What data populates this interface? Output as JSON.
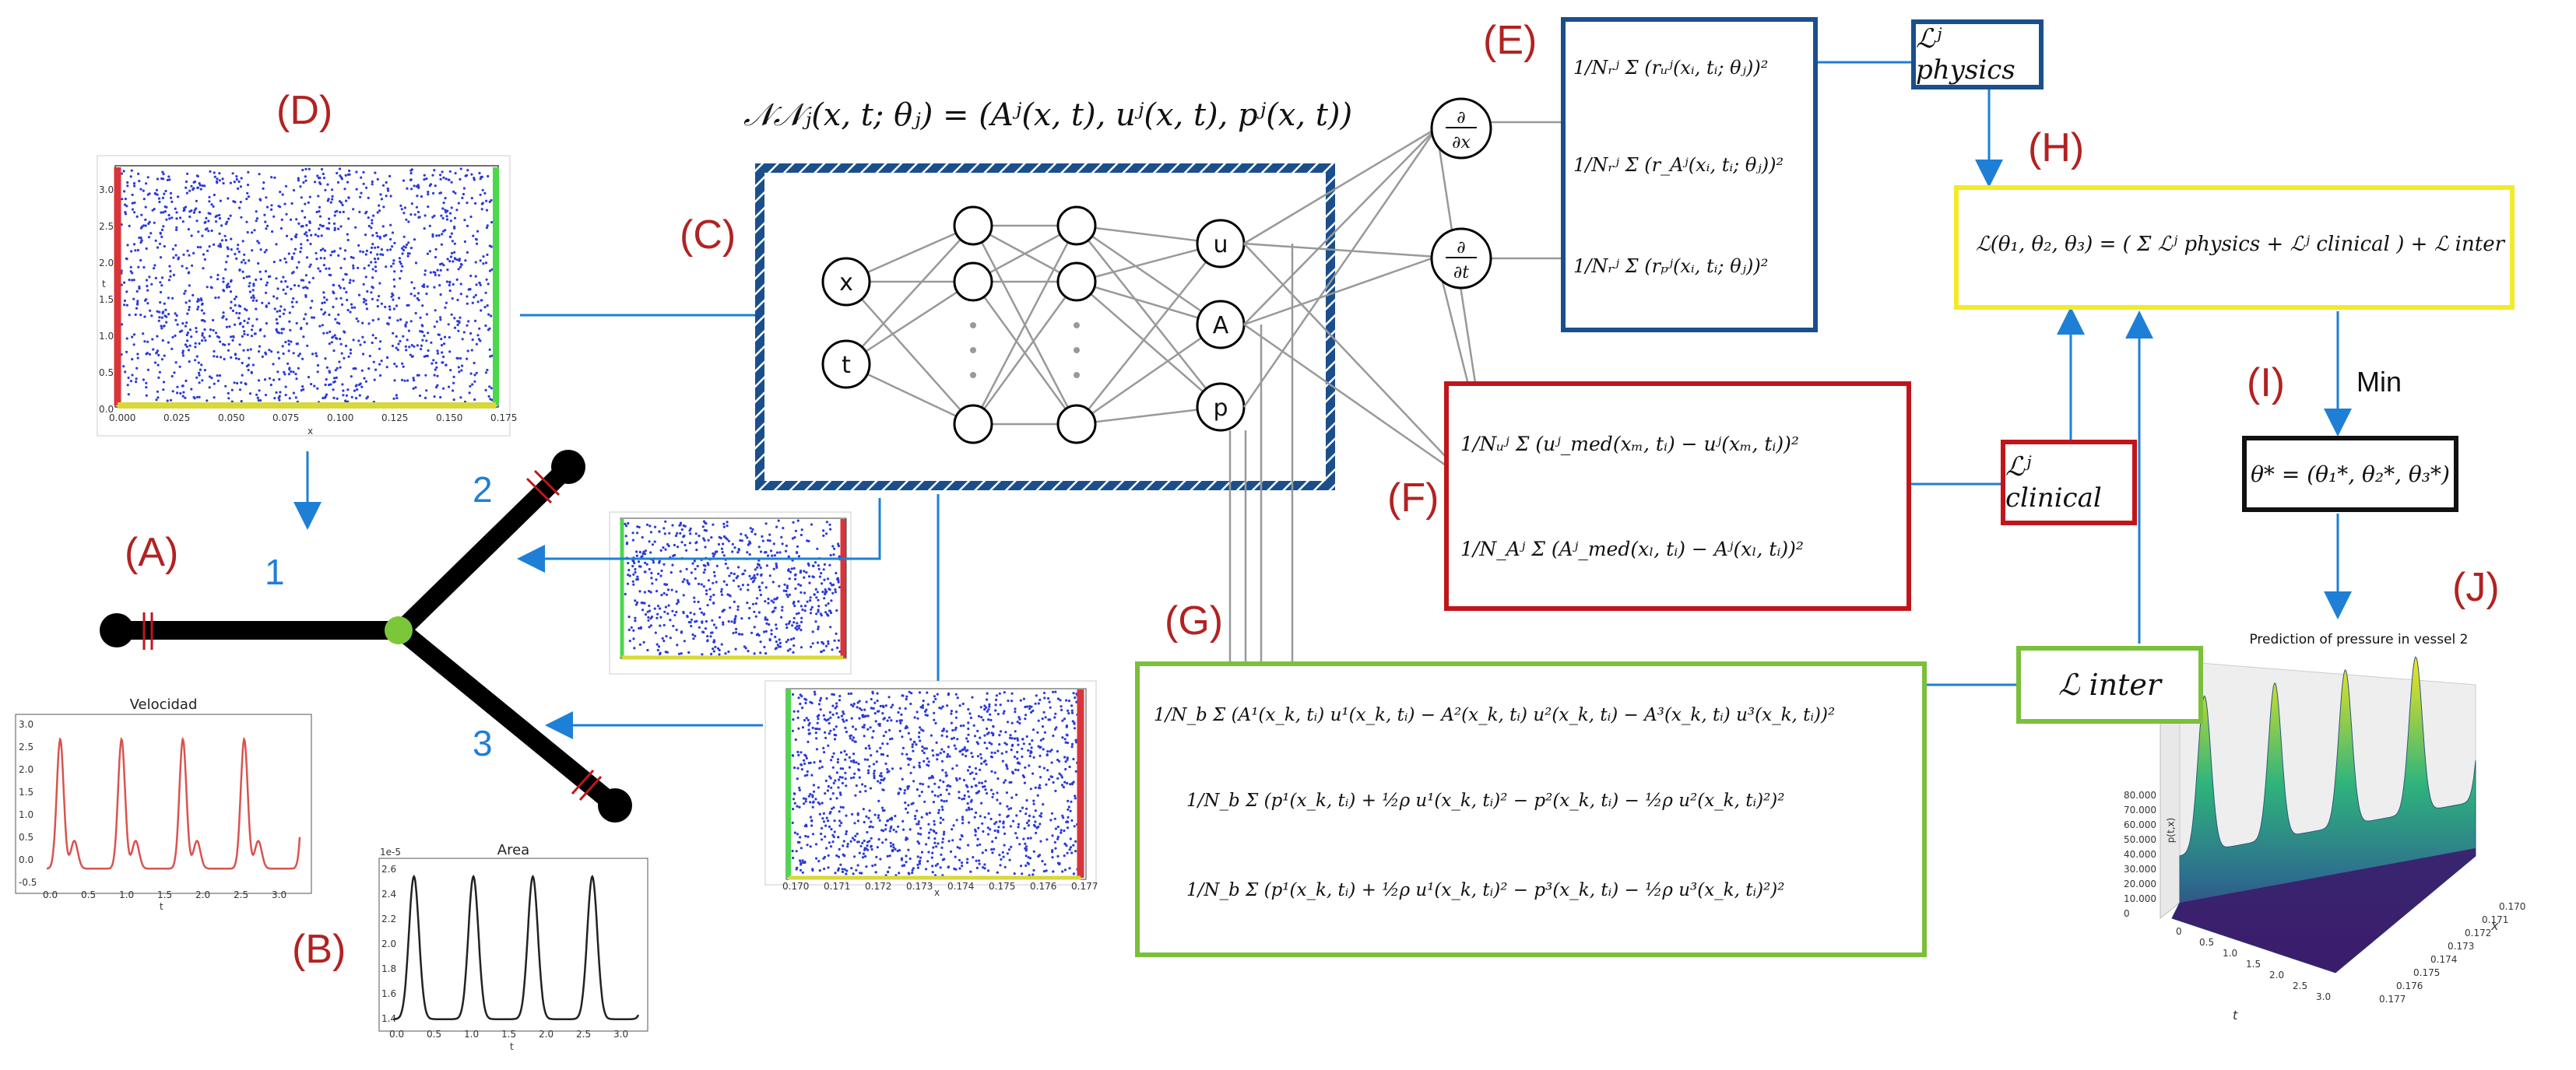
{
  "labels": {
    "A": "(A)",
    "B": "(B)",
    "C": "(C)",
    "D": "(D)",
    "E": "(E)",
    "F": "(F)",
    "G": "(G)",
    "H": "(H)",
    "I": "(I)",
    "J": "(J)"
  },
  "vessels": [
    "1",
    "2",
    "3"
  ],
  "nn_formula": "𝒩𝒩ⱼ(x, t; θⱼ) = (Aʲ(x, t), uʲ(x, t), pʲ(x, t))",
  "nn_inputs": [
    "x",
    "t"
  ],
  "nn_outputs": [
    "u",
    "A",
    "p"
  ],
  "derivatives": [
    "∂/∂x",
    "∂/∂t"
  ],
  "physics_terms": [
    "1/Nᵣʲ Σ (rᵤʲ(xᵢ, tᵢ; θⱼ))²",
    "1/Nᵣʲ Σ (r_Aʲ(xᵢ, tᵢ; θⱼ))²",
    "1/Nᵣʲ Σ (rₚʲ(xᵢ, tᵢ; θⱼ))²"
  ],
  "physics_loss": "ℒʲ physics",
  "clinical_terms": [
    "1/Nᵤʲ Σ (uʲ_med(xₘ, tᵢ) − uʲ(xₘ, tᵢ))²",
    "1/N_Aʲ Σ (Aʲ_med(xₗ, tᵢ) − Aʲ(xₗ, tᵢ))²"
  ],
  "clinical_loss": "ℒʲ clinical",
  "inter_terms": [
    "1/N_b Σ (A¹(x_k, tᵢ) u¹(x_k, tᵢ) − A²(x_k, tᵢ) u²(x_k, tᵢ) − A³(x_k, tᵢ) u³(x_k, tᵢ))²",
    "1/N_b Σ (p¹(x_k, tᵢ) + ½ρ u¹(x_k, tᵢ)² − p²(x_k, tᵢ) − ½ρ u²(x_k, tᵢ)²)²",
    "1/N_b Σ (p¹(x_k, tᵢ) + ½ρ u¹(x_k, tᵢ)² − p³(x_k, tᵢ) − ½ρ u³(x_k, tᵢ)²)²"
  ],
  "inter_loss": "ℒ inter",
  "total_loss": "ℒ(θ₁, θ₂, θ₃) = ( Σ ℒʲ physics + ℒʲ clinical ) + ℒ inter",
  "min_label": "Min",
  "theta_star": "θ* = (θ₁*, θ₂*, θ₃*)",
  "velocity_plot": {
    "title": "Velocidad",
    "xlabel": "t",
    "yticks": [
      "3.0",
      "2.5",
      "2.0",
      "1.5",
      "1.0",
      "0.5",
      "0.0",
      "-0.5"
    ],
    "xticks": [
      "0.0",
      "0.5",
      "1.0",
      "1.5",
      "2.0",
      "2.5",
      "3.0"
    ],
    "color": "#d9534f"
  },
  "area_plot": {
    "title": "Area",
    "exponent": "1e-5",
    "xlabel": "t",
    "yticks": [
      "2.6",
      "2.4",
      "2.2",
      "2.0",
      "1.8",
      "1.6",
      "1.4"
    ],
    "xticks": [
      "0.0",
      "0.5",
      "1.0",
      "1.5",
      "2.0",
      "2.5",
      "3.0"
    ],
    "color": "#222222"
  },
  "domain_plot_main": {
    "xticks": [
      "0.000",
      "0.025",
      "0.050",
      "0.075",
      "0.100",
      "0.125",
      "0.150",
      "0.175"
    ],
    "yticks": [
      "3.0",
      "2.5",
      "2.0",
      "1.5",
      "1.0",
      "0.5",
      "0.0"
    ],
    "xlabel": "x",
    "ylabel": "t"
  },
  "domain_plot_small": {
    "xticks": [
      "0.170",
      "0.171",
      "0.172",
      "0.173",
      "0.174",
      "0.175",
      "0.176",
      "0.177"
    ],
    "xlabel": "x"
  },
  "pressure_plot": {
    "title": "Prediction of pressure in vessel 2",
    "zticks": [
      "80.000",
      "70.000",
      "60.000",
      "50.000",
      "40.000",
      "30.000",
      "20.000",
      "10.000",
      "0"
    ],
    "tticks": [
      "0",
      "0.5",
      "1.0",
      "1.5",
      "2.0",
      "2.5",
      "3.0"
    ],
    "xticks": [
      "0.170",
      "0.171",
      "0.172",
      "0.173",
      "0.174",
      "0.175",
      "0.176",
      "0.177"
    ],
    "tlabel": "t",
    "xlabel": "x",
    "zlabel": "p(t,x)"
  },
  "colors": {
    "label_red": "#b22222",
    "arrow_blue": "#1e7fd6",
    "box_physics": "#1a4f8b",
    "box_clinical": "#c0161b",
    "box_inter": "#7bbf3a",
    "box_total": "#f2ea2a",
    "box_theta": "#111111",
    "scatter_blue": "#2b3bd6",
    "bc_red": "#d9343a",
    "bc_green": "#4bd84b",
    "bc_yellow": "#d8d83a"
  }
}
